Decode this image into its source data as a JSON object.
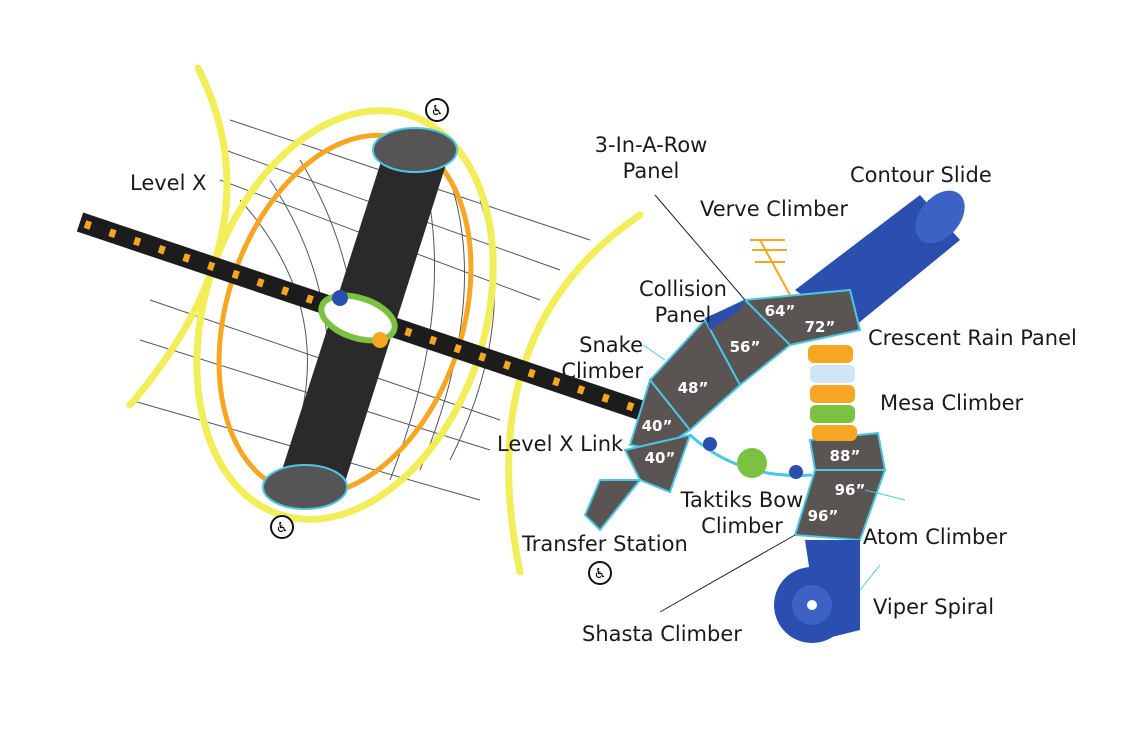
{
  "labels": {
    "level_x": "Level X",
    "three_in_a_row_1": "3-In-A-Row",
    "three_in_a_row_2": "Panel",
    "contour_slide": "Contour Slide",
    "verve_climber": "Verve Climber",
    "collision_1": "Collision",
    "collision_2": "Panel",
    "snake_1": "Snake",
    "snake_2": "Climber",
    "crescent_rain": "Crescent Rain Panel",
    "mesa_climber": "Mesa Climber",
    "level_x_link": "Level X Link",
    "taktiks_1": "Taktiks Bow",
    "taktiks_2": "Climber",
    "atom_climber": "Atom Climber",
    "transfer_station": "Transfer Station",
    "shasta_climber": "Shasta Climber",
    "viper_spiral": "Viper Spiral"
  },
  "deck_heights": [
    "64”",
    "72”",
    "56”",
    "48”",
    "40”",
    "40”",
    "88”",
    "96”",
    "96”"
  ],
  "icons": [
    "wheelchair-accessible-icon"
  ],
  "colors": {
    "deck": "#5a5552",
    "slide": "#2a4fae",
    "yellow": "#f2ee5a",
    "orange": "#f6a623",
    "cyan": "#4cc6e6",
    "green": "#7bc142"
  }
}
